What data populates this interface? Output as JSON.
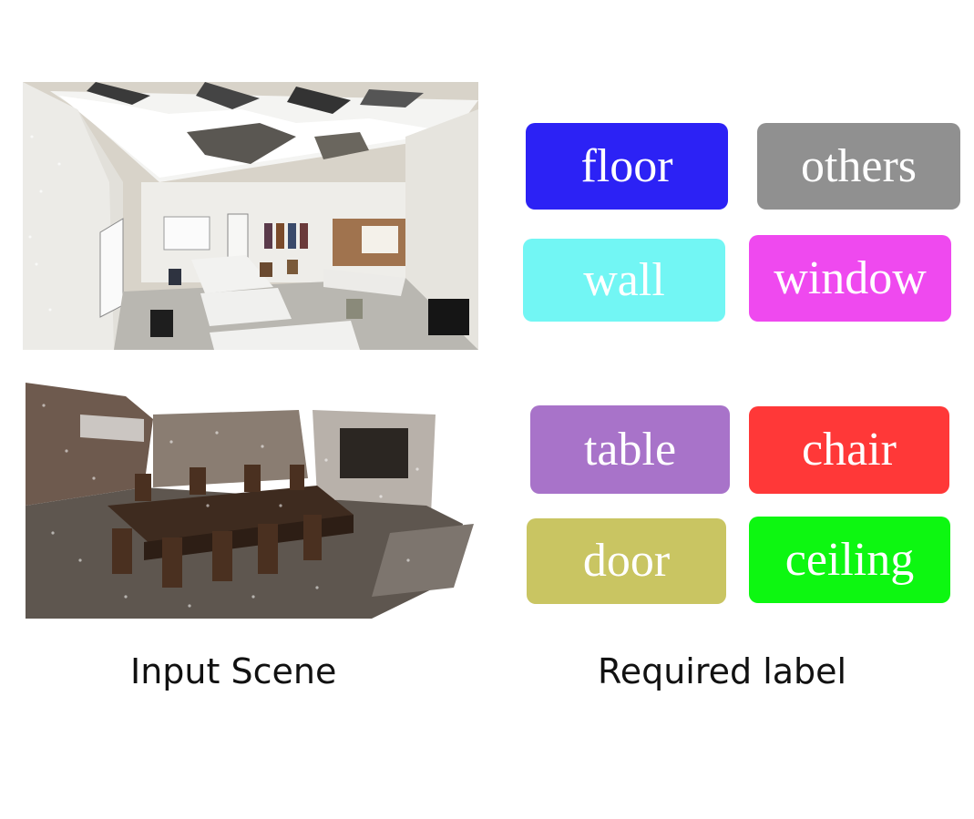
{
  "captions": {
    "input_scene": "Input Scene",
    "required_label": "Required label"
  },
  "labels": [
    {
      "text": "floor",
      "color": "#2c22f5"
    },
    {
      "text": "others",
      "color": "#909090"
    },
    {
      "text": "wall",
      "color": "#72f6f4"
    },
    {
      "text": "window",
      "color": "#ef49ef"
    },
    {
      "text": "table",
      "color": "#a873c9"
    },
    {
      "text": "chair",
      "color": "#ff3838"
    },
    {
      "text": "door",
      "color": "#c9c562"
    },
    {
      "text": "ceiling",
      "color": "#0df711"
    }
  ]
}
